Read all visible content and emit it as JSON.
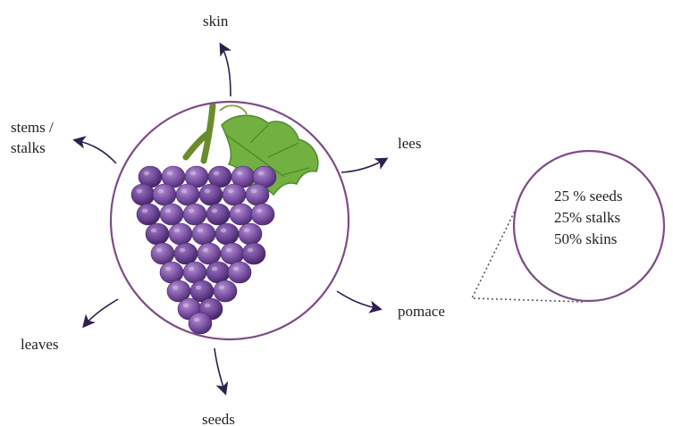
{
  "labels": {
    "skin": "skin",
    "stems_line1": "stems /",
    "stems_line2": "stalks",
    "lees": "lees",
    "pomace": "pomace",
    "leaves": "leaves",
    "seeds": "seeds"
  },
  "pomace_composition": [
    "25 % seeds",
    "25% stalks",
    "50% skins"
  ],
  "colors": {
    "circle": "#7b4d86",
    "arrow": "#2f1f4d",
    "grape": "#7a4f9c",
    "leaf": "#6fae3c",
    "stem": "#6a8c2c"
  }
}
